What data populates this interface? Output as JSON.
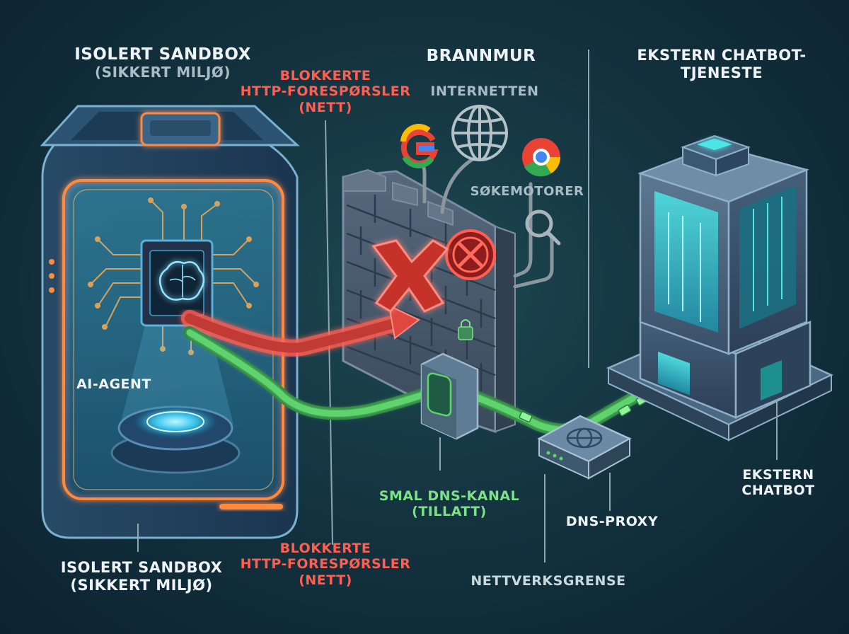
{
  "labels": {
    "sandbox_top": [
      "ISOLERT SANDBOX",
      "(SIKKERT MILJØ)"
    ],
    "blocked_top": [
      "BLOKKERTE",
      "HTTP-FORESPØRSLER",
      "(NETT)"
    ],
    "firewall": "BRANNMUR",
    "internet": "INTERNETTEN",
    "search_engines": "SØKEMOTORER",
    "chatbot_top": [
      "EKSTERN CHATBOT-",
      "TJENESTE"
    ],
    "ai_agent": "AI-AGENT",
    "dns_channel": [
      "SMAL DNS-KANAL",
      "(TILLATT)"
    ],
    "dns_proxy": "DNS-PROXY",
    "chatbot_bottom": [
      "EKSTERN",
      "CHATBOT"
    ],
    "sandbox_bottom": [
      "ISOLERT SANDBOX",
      "(SIKKERT MILJØ)"
    ],
    "blocked_bottom": [
      "BLOKKERTE",
      "HTTP-FORESPØRSLER",
      "(NETT)"
    ],
    "network_boundary": "NETTVERKSGRENSE"
  },
  "colors": {
    "background": "#143440",
    "sandbox_glow": "#ff8a3c",
    "blocked_red": "#ff5f52",
    "allowed_green": "#5fd36e",
    "server_cyan": "#4fe3e6",
    "firewall_brick": "#4a5a6e"
  },
  "icons": [
    "brain-chip-icon",
    "google-icon",
    "globe-icon",
    "chrome-icon",
    "magnifier-icon",
    "block-icon",
    "x-mark-icon",
    "lock-icon"
  ]
}
